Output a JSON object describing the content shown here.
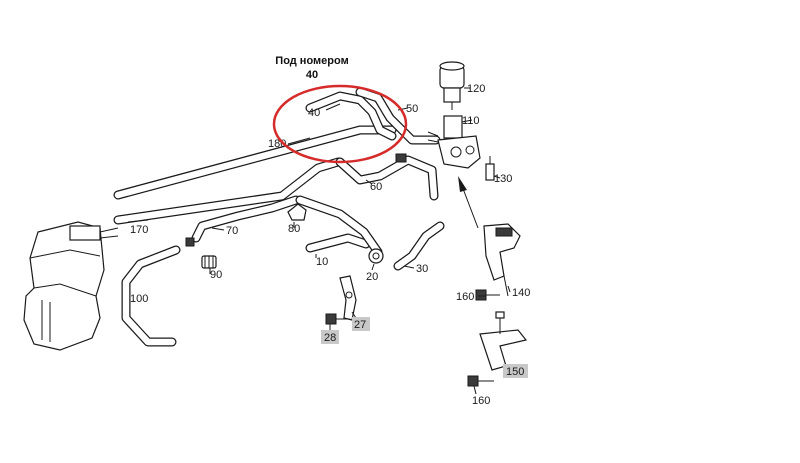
{
  "note": {
    "line1": "Под номером",
    "line2": "40"
  },
  "callouts": [
    {
      "id": "120",
      "text": "120"
    },
    {
      "id": "110",
      "text": "110"
    },
    {
      "id": "130",
      "text": "130"
    },
    {
      "id": "50",
      "text": "50"
    },
    {
      "id": "40",
      "text": "40"
    },
    {
      "id": "180",
      "text": "180"
    },
    {
      "id": "60",
      "text": "60"
    },
    {
      "id": "170",
      "text": "170"
    },
    {
      "id": "70",
      "text": "70"
    },
    {
      "id": "80",
      "text": "80"
    },
    {
      "id": "90",
      "text": "90"
    },
    {
      "id": "10",
      "text": "10"
    },
    {
      "id": "20",
      "text": "20"
    },
    {
      "id": "30",
      "text": "30"
    },
    {
      "id": "100",
      "text": "100"
    },
    {
      "id": "140",
      "text": "140"
    },
    {
      "id": "160a",
      "text": "160"
    },
    {
      "id": "27",
      "text": "27"
    },
    {
      "id": "28",
      "text": "28"
    },
    {
      "id": "150",
      "text": "150"
    },
    {
      "id": "160b",
      "text": "160"
    }
  ],
  "colors": {
    "highlight_circle": "#d62b2b",
    "label_highlight": "#c8c8c8",
    "line": "#1a1a1a"
  }
}
